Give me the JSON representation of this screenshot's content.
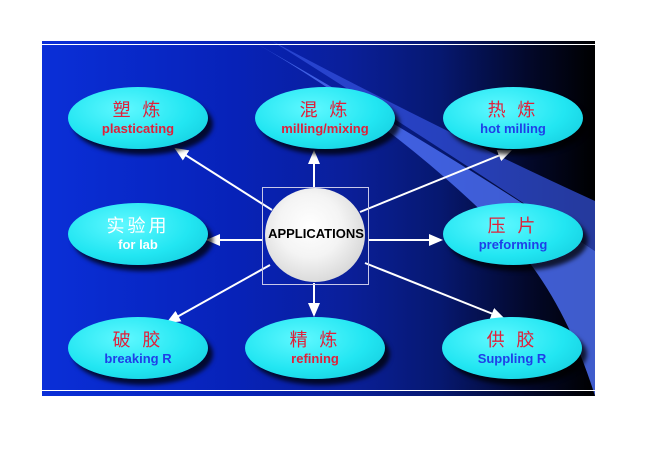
{
  "center": {
    "label": "APPLICATIONS"
  },
  "nodes": [
    {
      "id": "plasticating",
      "cn": "塑 炼",
      "en": "plasticating",
      "color": "#e0203a"
    },
    {
      "id": "milling",
      "cn": "混 炼",
      "en": "milling/mixing",
      "color": "#e0203a"
    },
    {
      "id": "hot-milling",
      "cn": "热 炼",
      "en": "hot milling",
      "color": "#1f3fe8"
    },
    {
      "id": "lab",
      "cn": "实验用",
      "en": "for lab",
      "color": "#1f3fe8"
    },
    {
      "id": "preforming",
      "cn": "压 片",
      "en": "preforming",
      "color": "#1f3fe8"
    },
    {
      "id": "breaking",
      "cn": "破 胶",
      "en": "breaking R",
      "color": "#1f3fe8"
    },
    {
      "id": "refining",
      "cn": "精 炼",
      "en": "refining",
      "color": "#e0203a"
    },
    {
      "id": "suppling",
      "cn": "供 胶",
      "en": "Suppling R",
      "color": "#1f3fe8"
    }
  ]
}
